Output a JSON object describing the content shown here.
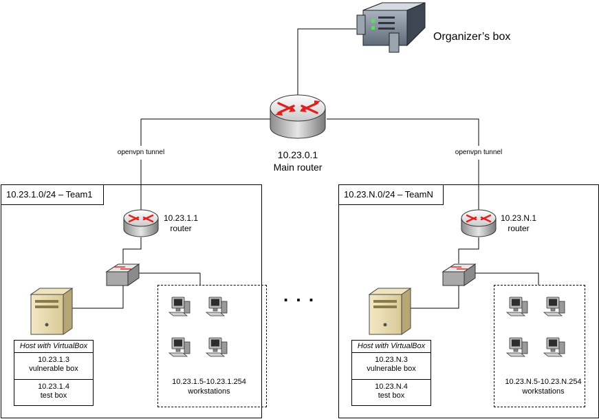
{
  "organizer": {
    "label": "Organizer’s box"
  },
  "main_router": {
    "ip": "10.23.0.1",
    "label": "Main router"
  },
  "tunnel_label": "openvpn tunnel",
  "ellipsis": ". . .",
  "teams": [
    {
      "tag": "10.23.1.0/24 – Team1",
      "router_ip": "10.23.1.1",
      "router_label": "router",
      "host_title": "Host with VirtualBox",
      "vulnerable_ip": "10.23.1.3",
      "vulnerable_label": "vulnerable box",
      "test_ip": "10.23.1.4",
      "test_label": "test box",
      "ws_range": "10.23.1.5-10.23.1.254",
      "ws_label": "workstations"
    },
    {
      "tag": "10.23.N.0/24 – TeamN",
      "router_ip": "10.23.N.1",
      "router_label": "router",
      "host_title": "Host with VirtualBox",
      "vulnerable_ip": "10.23.N.3",
      "vulnerable_label": "vulnerable box",
      "test_ip": "10.23.N.4",
      "test_label": "test box",
      "ws_range": "10.23.N.5-10.23.N.254",
      "ws_label": "workstations"
    }
  ]
}
